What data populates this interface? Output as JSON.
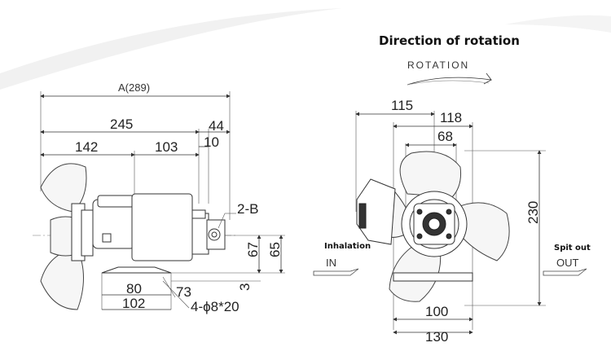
{
  "title": "Direction of rotation",
  "rotation_label": "ROTATION",
  "side_view": {
    "dims": {
      "overall": "A(289)",
      "d245": "245",
      "d44": "44",
      "d10": "10",
      "d142": "142",
      "d103": "103",
      "d2b": "2-B",
      "d67": "67",
      "d65": "65",
      "d3": "3",
      "d80": "80",
      "d73": "73",
      "d102": "102",
      "holes": "4-ϕ8*20"
    }
  },
  "front_view": {
    "dims": {
      "d115": "115",
      "d118": "118",
      "d68": "68",
      "d230": "230",
      "d100": "100",
      "d130": "130"
    },
    "inhalation_label": "Inhalation",
    "in_label": "IN",
    "spit_out_label": "Spit out",
    "out_label": "OUT"
  }
}
